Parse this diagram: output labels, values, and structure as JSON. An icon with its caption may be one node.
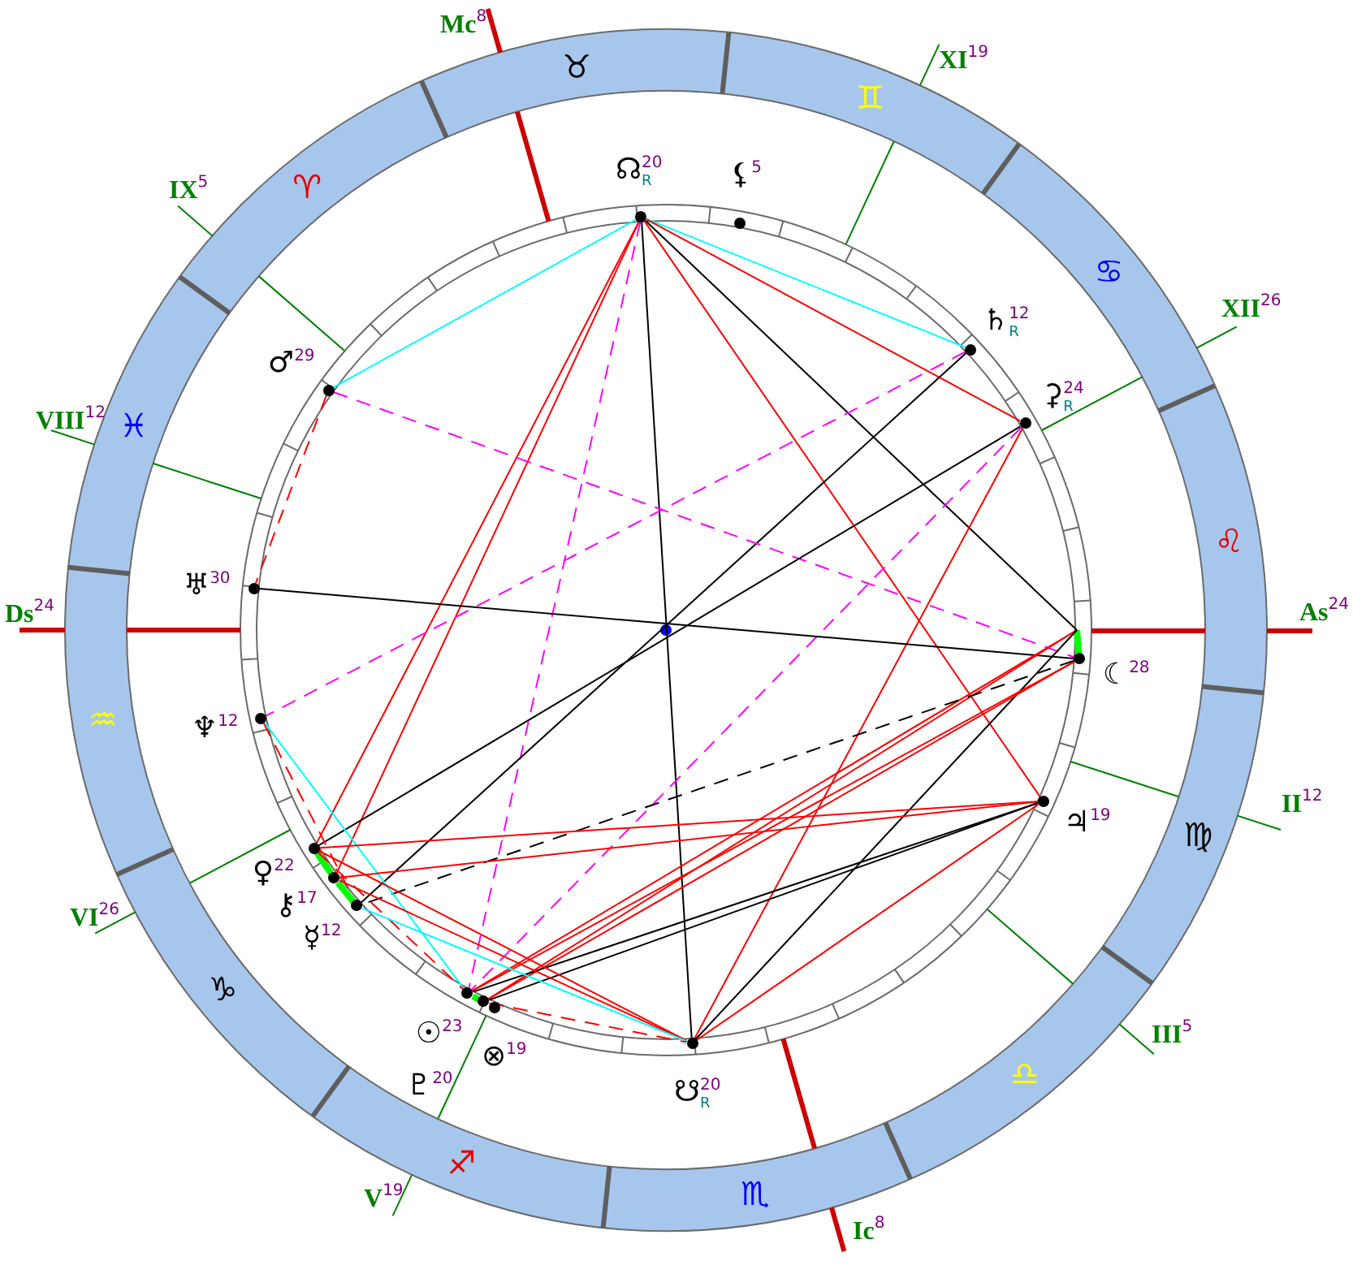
{
  "diagram": {
    "nodes": [
      {
        "text": [],
        "shape": "circle",
        "beside": [
          "☊$^{20}$$_{R}$"
        ]
      },
      {
        "text": [],
        "shape": "circle",
        "beside": [
          "⚸$^{5}$"
        ]
      },
      {
        "text": [],
        "shape": "circle",
        "beside": [
          "♄$^{12}$$_{R}$"
        ]
      },
      {
        "text": [],
        "shape": "circle",
        "beside": [
          "♂$^{29}$"
        ]
      },
      {
        "text": [],
        "shape": "circle",
        "beside": [
          "⚳$^{24}$$_{R}$"
        ]
      },
      {
        "text": [],
        "shape": "circle",
        "beside": [
          "♅$^{30}$"
        ]
      },
      {
        "text": [
          "As$^{24}$"
        ]
      },
      {
        "text": [],
        "shape": "circle",
        "beside": [
          "☾$^{28}$"
        ]
      },
      {
        "text": [],
        "shape": "circle",
        "beside": [
          "♆$^{12}$"
        ]
      },
      {
        "text": [],
        "shape": "circle",
        "beside": [
          "♃$^{19}$"
        ]
      },
      {
        "text": [],
        "shape": "circle",
        "beside": [
          "♀$^{22}$"
        ]
      },
      {
        "text": [],
        "shape": "circle",
        "beside": [
          "⚷$^{17}$"
        ]
      },
      {
        "text": [],
        "shape": "circle",
        "beside": [
          "☿$^{12}$"
        ]
      },
      {
        "text": [],
        "shape": "circle",
        "beside": [
          "☉$^{23}$"
        ]
      },
      {
        "text": [],
        "shape": "circle",
        "beside": [
          "♇$^{20}$"
        ]
      },
      {
        "text": [],
        "shape": "circle",
        "beside": [
          "⊗$^{19}$"
        ]
      },
      {
        "text": [],
        "shape": "circle",
        "beside": [
          "☋$^{20}$$_{R}$"
        ]
      }
    ],
    "edges": [
      {
        "from": 0,
        "to": 3,
        "arrow": "none",
        "color": "#00ffff"
      },
      {
        "from": 0,
        "to": 2,
        "arrow": "none",
        "color": "#00ffff"
      },
      {
        "from": 0,
        "to": 4,
        "arrow": "none"
      },
      {
        "from": 0,
        "to": 6,
        "arrow": "none",
        "color": "#000000"
      },
      {
        "from": 0,
        "to": 9,
        "arrow": "none"
      },
      {
        "from": 0,
        "to": 10,
        "arrow": "none"
      },
      {
        "from": 0,
        "to": 11,
        "arrow": "none"
      },
      {
        "from": 0,
        "to": 13,
        "arrow": "none",
        "style": "dashed",
        "color": "#ff00ff"
      },
      {
        "from": 0,
        "to": 16,
        "arrow": "none",
        "color": "#000000"
      },
      {
        "from": 2,
        "to": 8,
        "arrow": "none",
        "style": "dashed",
        "color": "#ff00ff"
      },
      {
        "from": 2,
        "to": 12,
        "arrow": "none",
        "color": "#000000"
      },
      {
        "from": 3,
        "to": 5,
        "arrow": "none",
        "style": "dashed"
      },
      {
        "from": 3,
        "to": 7,
        "arrow": "none",
        "style": "dashed",
        "color": "#ff00ff"
      },
      {
        "from": 4,
        "to": 10,
        "arrow": "none",
        "color": "#000000"
      },
      {
        "from": 4,
        "to": 13,
        "arrow": "none",
        "style": "dashed",
        "color": "#ff00ff"
      },
      {
        "from": 4,
        "to": 16,
        "arrow": "none"
      },
      {
        "from": 5,
        "to": 7,
        "arrow": "none",
        "color": "#000000"
      },
      {
        "from": 6,
        "to": 7,
        "arrow": "none",
        "style": "thick",
        "color": "#00ff00"
      },
      {
        "from": 6,
        "to": 13,
        "arrow": "none"
      },
      {
        "from": 6,
        "to": 14,
        "arrow": "none"
      },
      {
        "from": 6,
        "to": 16,
        "arrow": "none",
        "color": "#000000"
      },
      {
        "from": 7,
        "to": 12,
        "arrow": "none",
        "style": "dashed",
        "color": "#000000"
      },
      {
        "from": 7,
        "to": 13,
        "arrow": "none"
      },
      {
        "from": 7,
        "to": 14,
        "arrow": "none"
      },
      {
        "from": 8,
        "to": 12,
        "arrow": "none",
        "style": "dashed"
      },
      {
        "from": 8,
        "to": 13,
        "arrow": "none",
        "color": "#00ffff"
      },
      {
        "from": 9,
        "to": 10,
        "arrow": "none"
      },
      {
        "from": 9,
        "to": 11,
        "arrow": "none"
      },
      {
        "from": 9,
        "to": 13,
        "arrow": "none",
        "color": "#000000"
      },
      {
        "from": 9,
        "to": 14,
        "arrow": "none",
        "color": "#000000"
      },
      {
        "from": 9,
        "to": 16,
        "arrow": "none"
      },
      {
        "from": 10,
        "to": 11,
        "arrow": "none",
        "style": "thick",
        "color": "#00ff00"
      },
      {
        "from": 10,
        "to": 13,
        "arrow": "none",
        "style": "dashed"
      },
      {
        "from": 10,
        "to": 16,
        "arrow": "none"
      },
      {
        "from": 11,
        "to": 12,
        "arrow": "none",
        "style": "thick",
        "color": "#00ff00"
      },
      {
        "from": 11,
        "to": 16,
        "arrow": "none"
      },
      {
        "from": 12,
        "to": 16,
        "arrow": "none",
        "color": "#00ffff"
      },
      {
        "from": 13,
        "to": 14,
        "arrow": "none",
        "style": "thick",
        "color": "#00ff00"
      },
      {
        "from": 14,
        "to": 16,
        "arrow": "none",
        "style": "dashed"
      }
    ],
    "labels": [
      "Mc$^{8}$",
      "XI$^{19}$",
      "♉",
      "♊",
      "IX$^{5}$",
      "♈",
      "♋",
      "XII$^{26}$",
      "VIII$^{12}$",
      "♓",
      "♌",
      "Ds$^{24}$",
      "♒",
      "II$^{12}$",
      "♍",
      "VI$^{26}$",
      "♑",
      "III$^{5}$",
      "♎",
      "♐",
      "V$^{19}$",
      "♏",
      "Ic$^{8}$"
    ]
  }
}
